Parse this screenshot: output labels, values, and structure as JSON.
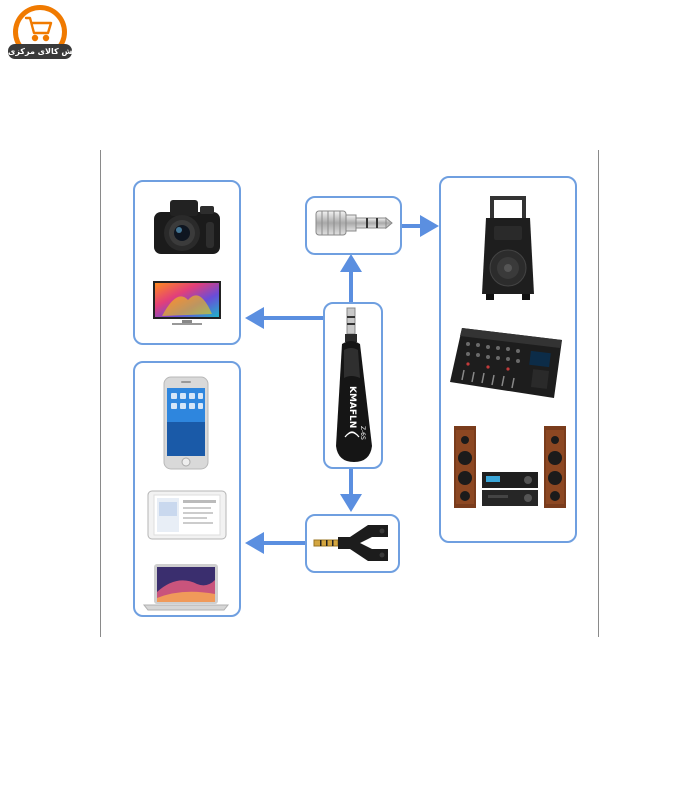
{
  "logo": {
    "text": "پخش کالای مرکزی",
    "icon": "shopping-cart-icon",
    "color_outer": "#f07a00",
    "color_band": "#3a3a3a"
  },
  "device_brand": "KMAFLN",
  "device_model": "Z-6S",
  "colors": {
    "box_border": "#6f9fe0",
    "arrow": "#5b8fe0",
    "divider": "#8a8a8a"
  },
  "nodes": [
    {
      "name": "receiver",
      "icon": "bluetooth-receiver-icon"
    },
    {
      "name": "adapter-6-35mm",
      "icon": "jack-adapter-icon"
    },
    {
      "name": "splitter",
      "icon": "y-splitter-icon"
    },
    {
      "name": "camera-tv",
      "icons": [
        "camera-icon",
        "tv-icon"
      ]
    },
    {
      "name": "phone-tablet-laptop",
      "icons": [
        "phone-icon",
        "tablet-icon",
        "laptop-icon"
      ]
    },
    {
      "name": "audio-equipment",
      "icons": [
        "speaker-icon",
        "mixer-icon",
        "stereo-system-icon"
      ]
    }
  ]
}
